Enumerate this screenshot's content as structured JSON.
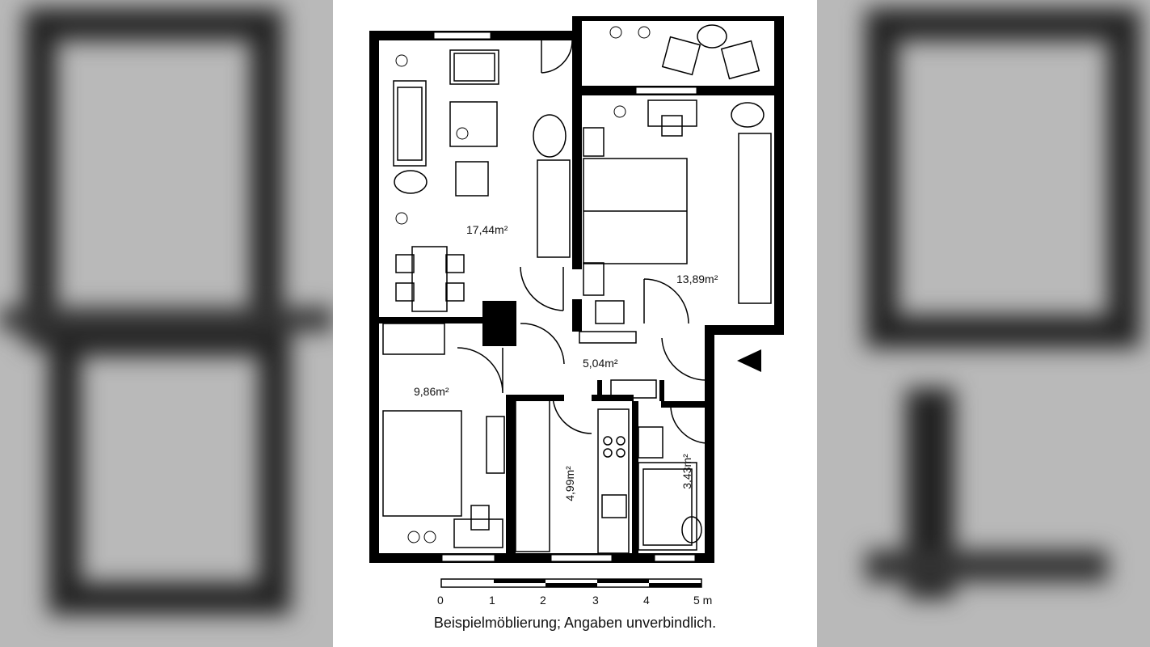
{
  "rooms": [
    {
      "id": "living",
      "area": "17,44m²"
    },
    {
      "id": "bedroom",
      "area": "13,89m²"
    },
    {
      "id": "hall",
      "area": "5,04m²"
    },
    {
      "id": "child",
      "area": "9,86m²"
    },
    {
      "id": "kitchen",
      "area": "4,99m²"
    },
    {
      "id": "bath",
      "area": "3,43m²"
    }
  ],
  "scale": {
    "labels": [
      "0",
      "1",
      "2",
      "3",
      "4",
      "5 m"
    ]
  },
  "caption": "Beispielmöblierung; Angaben unverbindlich.",
  "colors": {
    "wall": "#000000",
    "paper": "#ffffff",
    "backdrop": "#b9b9b9"
  }
}
